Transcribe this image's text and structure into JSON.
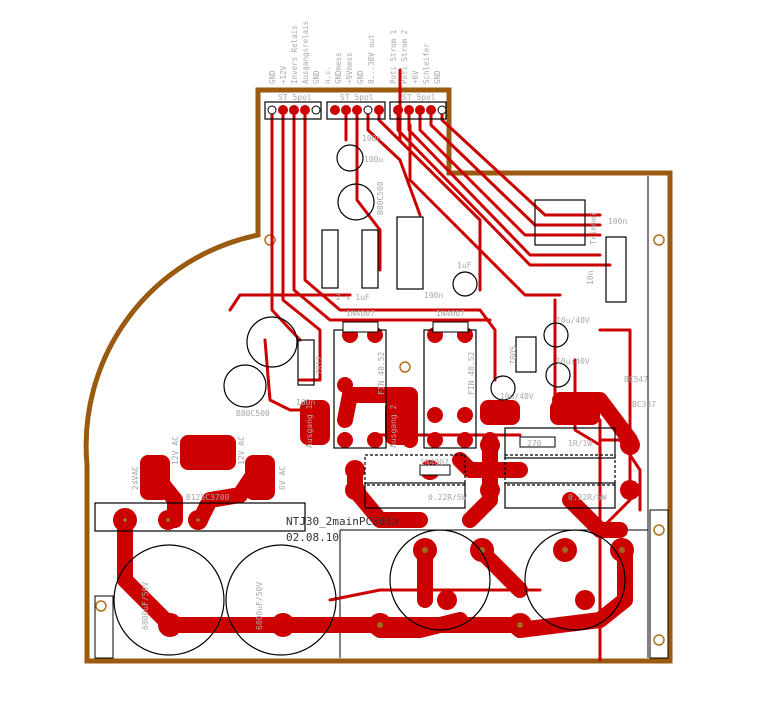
{
  "board": {
    "title": "NTJ30_2mainPCB01a",
    "date": "02.08.10",
    "outline_color": "#9a5a10",
    "copper_color": "#cc0000"
  },
  "connectors": [
    {
      "name": "ST 5pol",
      "pins": [
        "GND",
        "+12V",
        "Invers Relais",
        "Ausgangsrelais",
        "GND"
      ]
    },
    {
      "name": "ST 5pol",
      "pins": [
        "n.c.",
        "GNDmess",
        "+9Vmess",
        "GND",
        "0...30V out"
      ]
    },
    {
      "name": "ST 5pol",
      "pins": [
        "Poti Strom 1",
        "Poti Strom 2",
        "+6V",
        "Schleifer",
        "GND"
      ]
    }
  ],
  "components": {
    "c_100n_top": "100n",
    "c_100u": "100u",
    "bridge_small": "B80C500",
    "c_2x1uf": "2 x 1uF",
    "c_1uf": "1uF",
    "c_100n_ic": "100n",
    "d_1n4007_a": "1N4007",
    "d_1n4007_b": "1N4007",
    "d_1n4007_c": "1N4007",
    "relay_a": "FIN 40.52",
    "relay_b": "FIN 40.52",
    "reg_7812": "7812",
    "c_100n_7812": "100n",
    "bridge_b80": "B80C500",
    "out_1": "Ausgang 1",
    "out_2": "Ausgang 2",
    "ac_12v_a": "12V AC",
    "ac_12v_b": "12V AC",
    "ac_24v": "24VAC",
    "ac_6v": "6V AC",
    "bridge_big": "B125C3700",
    "r_270": "270",
    "r_1r": "1R/1W",
    "r_022_a": "0.22R/5W",
    "r_022_b": "0.22R/5W",
    "reg_7805": "7805",
    "c_10u_a": "10u/40V",
    "c_10u_b": "10u/40V",
    "c_10u_c": "10u/40V",
    "t_bc547": "BC547",
    "t_bc337": "BC337",
    "trimmer": "Trimmer",
    "c_100n_r": "100n",
    "c_10n": "10n",
    "c_big_a": "6800uF/50V",
    "c_big_b": "6800uF/50V"
  }
}
